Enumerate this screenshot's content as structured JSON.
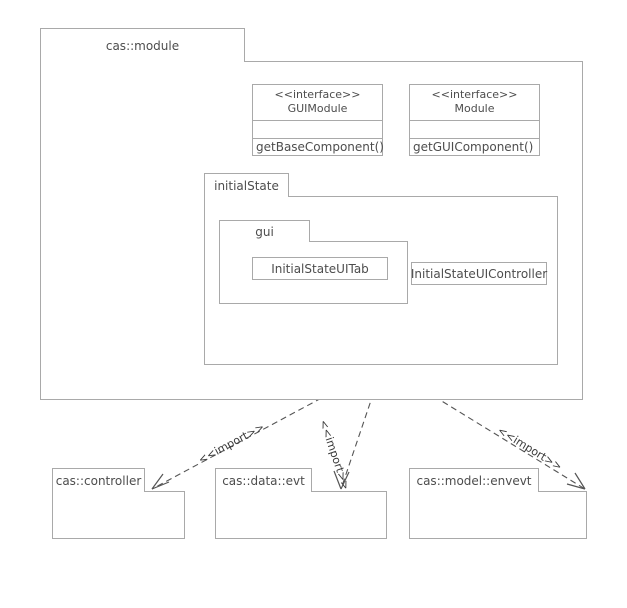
{
  "diagram": {
    "type": "uml-package-diagram",
    "background": "#ffffff",
    "line_color": "#a9a9a9",
    "text_color": "#4d4d4d",
    "dash_color": "#555555"
  },
  "outer_package": {
    "name": "cas::module"
  },
  "interfaces": [
    {
      "stereotype": "<<interface>>",
      "name": "GUIModule",
      "operation": "getBaseComponent()"
    },
    {
      "stereotype": "<<interface>>",
      "name": "Module",
      "operation": "getGUIComponent()"
    }
  ],
  "inner_packages": [
    {
      "name": "initialState"
    },
    {
      "name": "gui"
    }
  ],
  "classes": [
    {
      "name": "InitialStateUITab"
    },
    {
      "name": "InitialStateUIController"
    }
  ],
  "imported_packages": [
    {
      "name": "cas::controller"
    },
    {
      "name": "cas::data::evt"
    },
    {
      "name": "cas::model::envevt"
    }
  ],
  "relationships": {
    "realization_label": "",
    "import_label": "<<import>>",
    "imports": [
      {
        "label": "<<import>>",
        "target": "cas::controller"
      },
      {
        "label": "<<import>>",
        "target": "cas::data::evt"
      },
      {
        "label": "<<import>>",
        "target": "cas::model::envevt"
      }
    ]
  }
}
